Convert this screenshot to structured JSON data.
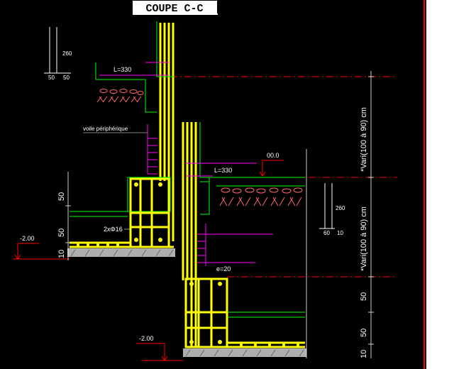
{
  "title": "COUPE C-C",
  "colors": {
    "background": "#000000",
    "concrete": "#ffff00",
    "rebar_outline": "#00ff00",
    "annotation": "#ff00ff",
    "level": "#ff0000",
    "dimension": "#ffffff",
    "frame": "#ff0000"
  },
  "labels": {
    "length_upper": "L=330",
    "length_lower": "L=330",
    "peripheral_wall": "voile périphérique",
    "bars": "2xΦ16",
    "spacing": "e=20",
    "level_upper": "00.0",
    "level_left": "-2.00",
    "level_bottom": "-2.00",
    "var_upper": "*Vari(100 à 90) cm",
    "var_lower": "*Vari(100 à 90) cm"
  },
  "detail_left": {
    "height": "260",
    "base_a": "50",
    "base_b": "50"
  },
  "detail_right": {
    "height": "260",
    "base_a": "60",
    "base_b": "10"
  },
  "dims_left": [
    "50",
    "50",
    "10"
  ],
  "dims_right": [
    "50",
    "50",
    "10"
  ]
}
